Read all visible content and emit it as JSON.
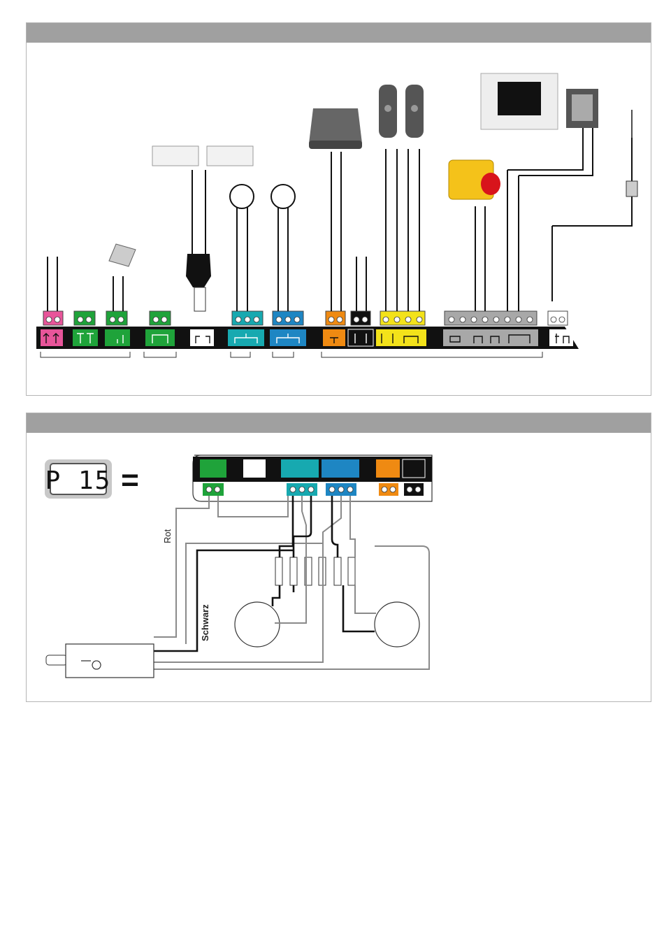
{
  "display": {
    "code": "P 15",
    "equals": "="
  },
  "wire_labels": {
    "red": "Rot",
    "black": "Schwarz"
  },
  "colors": {
    "pink": "#e8559a",
    "green": "#1fa33a",
    "white": "#ffffff",
    "teal": "#17a9b0",
    "blue": "#1e86c3",
    "orange": "#ef8a12",
    "black": "#111111",
    "yellow": "#f3e21a",
    "gray": "#a8a8a8",
    "header": "#a0a0a0"
  },
  "icons": {
    "top_bar": [
      "pink-power-icon",
      "green-battery-icon",
      "green-solar-icon",
      "green-motor-icon",
      "white-encoder-icon",
      "teal-motor1-icon",
      "blue-motor2-icon",
      "orange-lamp-icon",
      "black-aux-icon",
      "yellow-photocell-icon",
      "gray-safety-icon",
      "white-antenna-icon"
    ]
  }
}
